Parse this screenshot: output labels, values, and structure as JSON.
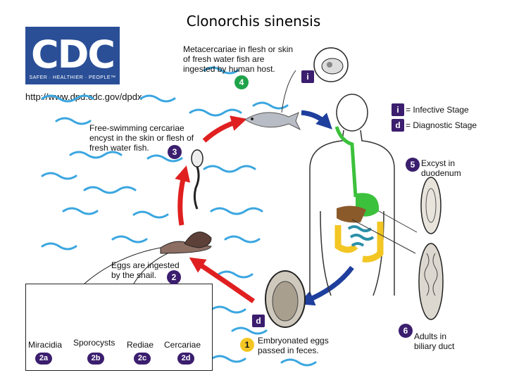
{
  "title": "Clonorchis sinensis",
  "logo": {
    "text": "CDC",
    "tagline": "SAFER · HEALTHIER · PEOPLE™"
  },
  "url": "http://www.dpd.cdc.gov/dpdx",
  "legend": {
    "infective": {
      "symbol": "i",
      "label": "= Infective Stage"
    },
    "diagnostic": {
      "symbol": "d",
      "label": "= Diagnostic Stage"
    }
  },
  "stages": {
    "s1": {
      "num": "1",
      "text": "Embryonated eggs passed in feces."
    },
    "s2": {
      "num": "2",
      "text": "Eggs are ingested by the snail."
    },
    "s3": {
      "num": "3",
      "text": "Free-swimming cercariae encyst in the skin or flesh of fresh water fish."
    },
    "s4": {
      "num": "4",
      "text": "Metacercariae in flesh or skin of fresh water fish are ingested by human host."
    },
    "s5": {
      "num": "5",
      "text": "Excyst in duodenum"
    },
    "s6": {
      "num": "6",
      "text": "Adults in biliary duct"
    }
  },
  "snail_stages": [
    {
      "label": "Miracidia",
      "num": "2a"
    },
    {
      "label": "Sporocysts",
      "num": "2b"
    },
    {
      "label": "Rediae",
      "num": "2c"
    },
    {
      "label": "Cercariae",
      "num": "2d"
    }
  ],
  "markers": {
    "infective": "i",
    "diagnostic": "d"
  },
  "colors": {
    "cycle_red": "#e02020",
    "cycle_blue": "#1f3f9e",
    "water": "#3aa6e0",
    "badge_green": "#1fa34a",
    "badge_purple": "#3b1e6e",
    "badge_yellow": "#f3c623",
    "logo_blue": "#2a4f97"
  }
}
